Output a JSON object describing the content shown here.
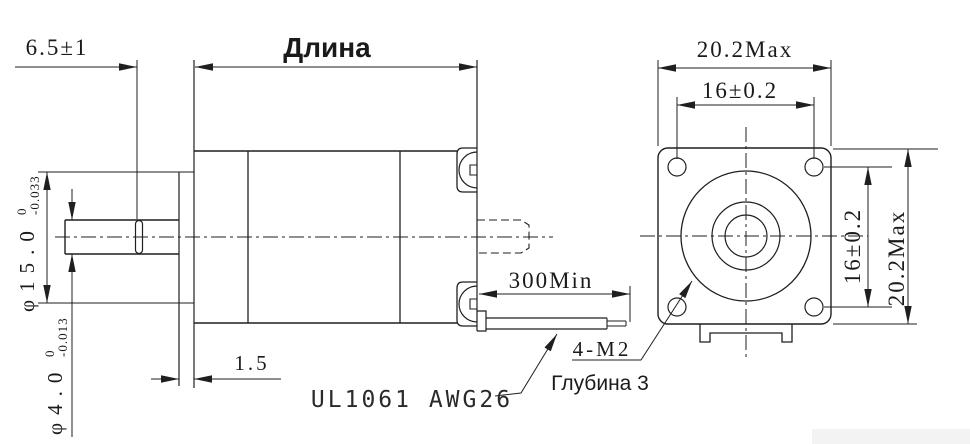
{
  "colors": {
    "line": "#1f1f1f",
    "background": "#ffffff"
  },
  "dims": {
    "flat_to_face": "6.5±1",
    "body_length": "Длина",
    "flange_width_max": "20.2Max",
    "hole_spacing": "16±0.2",
    "pilot_thickness": "1.5",
    "shaft_dia": "φ4.0",
    "shaft_dia_tol_upper": "0",
    "shaft_dia_tol_lower": "-0.013",
    "pilot_dia": "φ15.0",
    "pilot_dia_tol_upper": "0",
    "pilot_dia_tol_lower": "-0.033",
    "lead_length": "300Min",
    "lead_spec": "UL1061 AWG26",
    "mount_thread": "4-M2",
    "thread_depth": "Глубина 3"
  }
}
